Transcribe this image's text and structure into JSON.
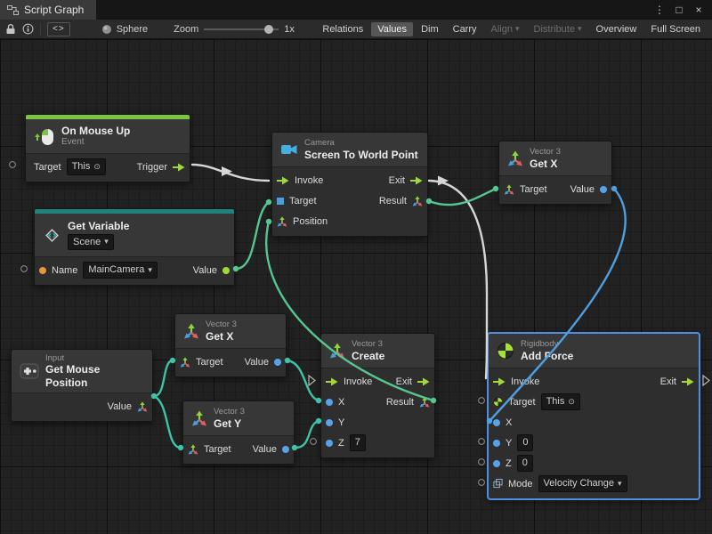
{
  "colors": {
    "event_accent": "#7CC53F",
    "variable_accent": "#1E837B",
    "selection_outline": "#4F8FE8",
    "flow_port": "#9FD93B",
    "float_port": "#57A3E8",
    "vector_wire": "#55C690",
    "float_wire": "#4F9FE0",
    "flow_wire": "#D6D6D6"
  },
  "icons": {
    "menu": "⋮",
    "maximize": "□",
    "close": "×",
    "dropdown": "▾",
    "target": "⊙",
    "code": "<>"
  },
  "window": {
    "tab": "Script Graph"
  },
  "toolbar": {
    "object": "Sphere",
    "zoom_label": "Zoom",
    "zoom_value": "1x",
    "buttons": [
      {
        "label": "Relations"
      },
      {
        "label": "Values"
      },
      {
        "label": "Dim"
      },
      {
        "label": "Carry"
      },
      {
        "label": "Align"
      },
      {
        "label": "Distribute"
      },
      {
        "label": "Overview"
      },
      {
        "label": "Full Screen"
      }
    ]
  },
  "graph": {
    "on_mouse_up": {
      "title": "On Mouse Up",
      "subtitle": "Event",
      "target_label": "Target",
      "target_value": "This",
      "trigger_label": "Trigger"
    },
    "get_variable": {
      "title": "Get Variable",
      "scope": "Scene",
      "name_label": "Name",
      "name_value": "MainCamera",
      "value_label": "Value"
    },
    "screen_to_world": {
      "kind": "Camera",
      "title": "Screen To World Point",
      "invoke": "Invoke",
      "exit": "Exit",
      "target": "Target",
      "result": "Result",
      "position": "Position"
    },
    "get_x_top": {
      "kind": "Vector 3",
      "title": "Get X",
      "target": "Target",
      "value": "Value"
    },
    "get_x_mid": {
      "kind": "Vector 3",
      "title": "Get X",
      "target": "Target",
      "value": "Value"
    },
    "get_y": {
      "kind": "Vector 3",
      "title": "Get Y",
      "target": "Target",
      "value": "Value"
    },
    "get_mouse_position": {
      "kind": "Input",
      "title": "Get Mouse Position",
      "value_label": "Value"
    },
    "create": {
      "kind": "Vector 3",
      "title": "Create",
      "invoke": "Invoke",
      "exit": "Exit",
      "x": "X",
      "y": "Y",
      "z": "Z",
      "z_value": "7",
      "result": "Result"
    },
    "add_force": {
      "kind": "Rigidbody",
      "title": "Add Force",
      "invoke": "Invoke",
      "exit": "Exit",
      "target": "Target",
      "target_value": "This",
      "x": "X",
      "y": "Y",
      "y_value": "0",
      "z": "Z",
      "z_value": "0",
      "mode_label": "Mode",
      "mode_value": "Velocity Change"
    }
  }
}
